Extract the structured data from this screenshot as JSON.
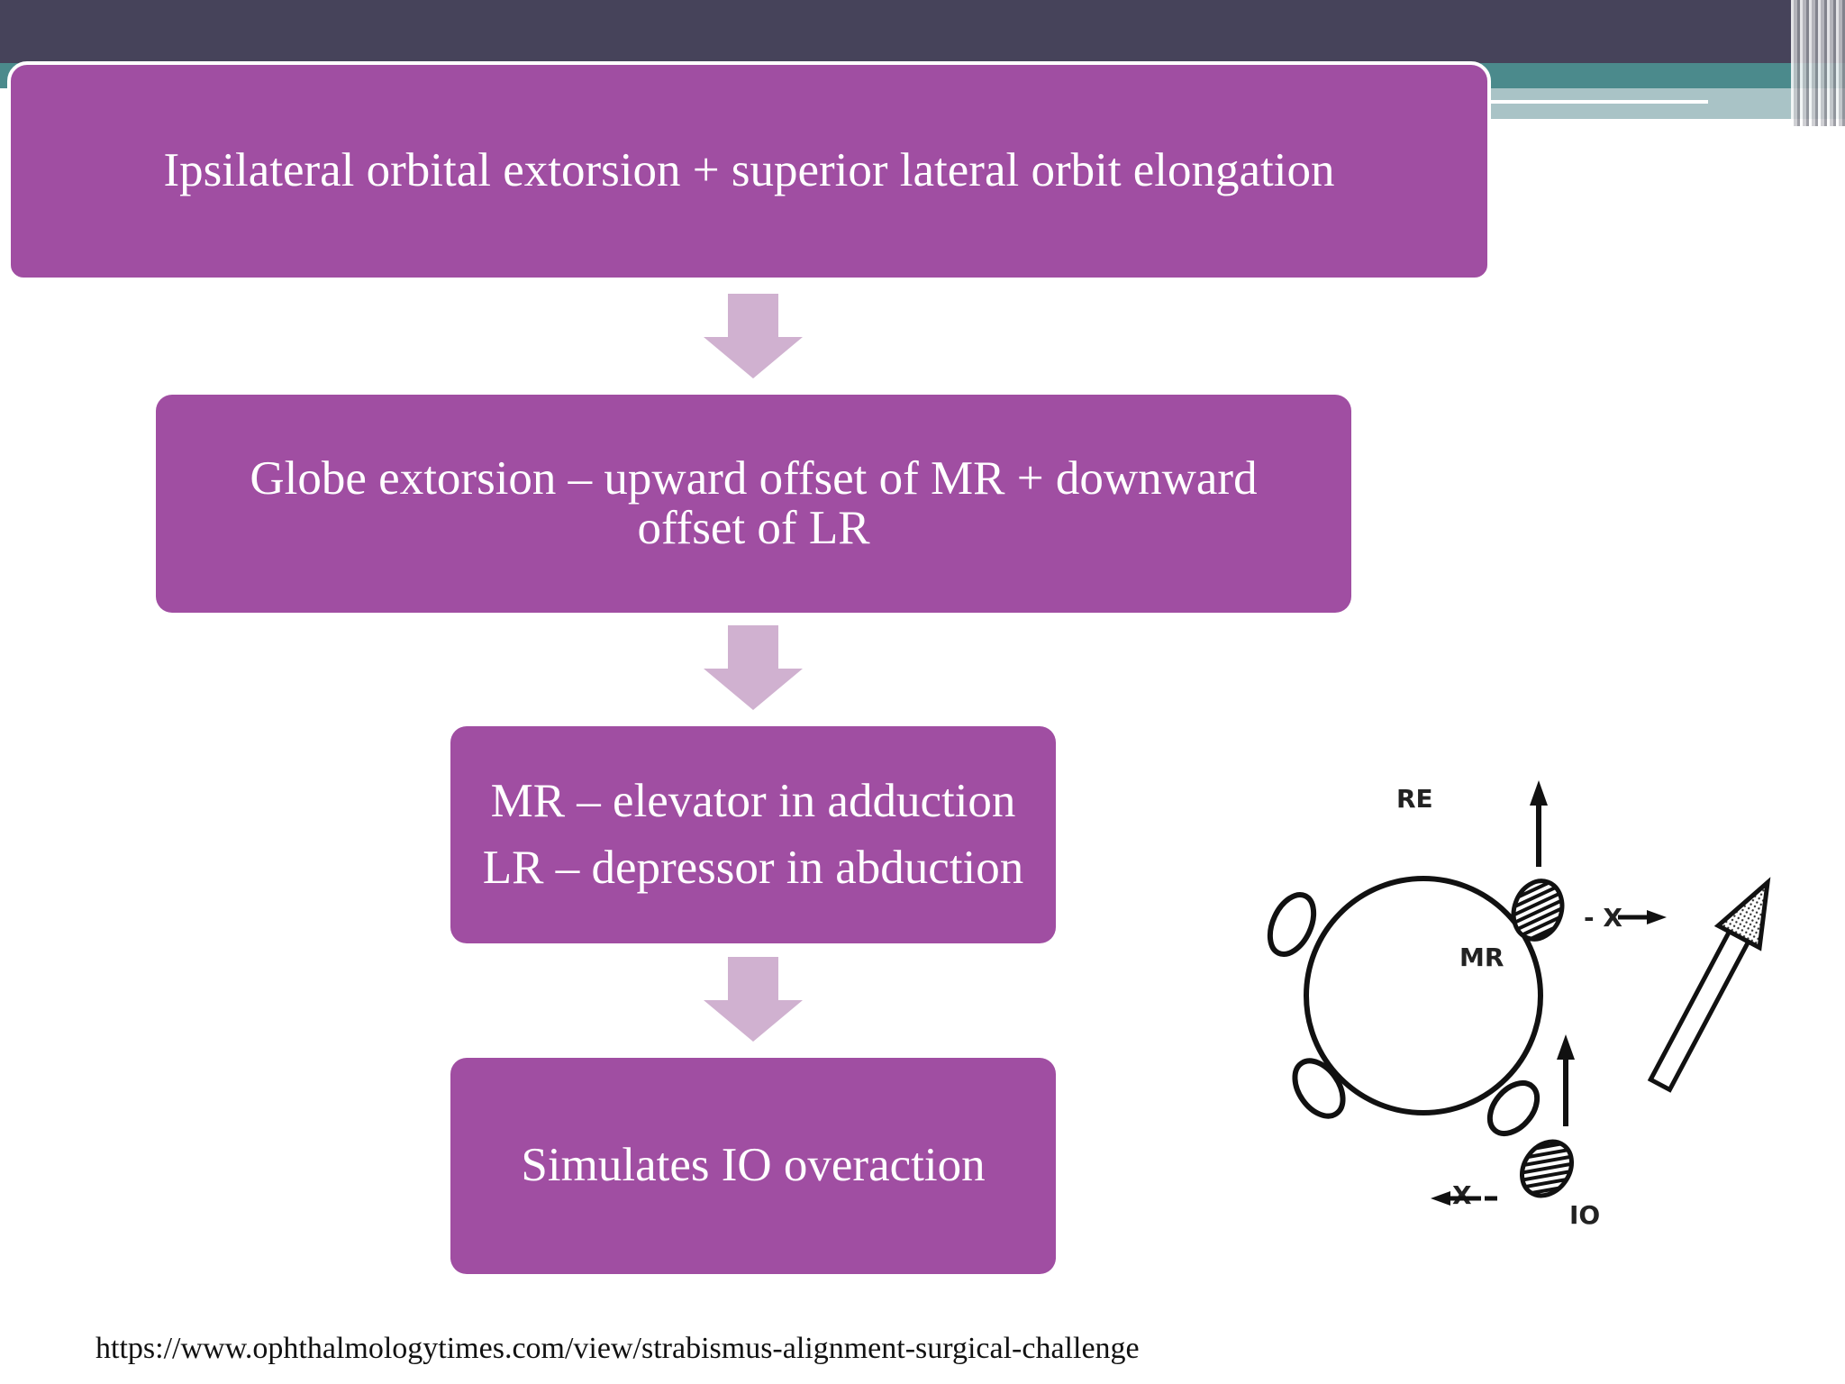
{
  "flowchart": {
    "step1": "Ipsilateral orbital extorsion + superior lateral orbit elongation",
    "step2": "Globe extorsion – upward offset of MR + downward offset of LR",
    "step3_line1": "MR – elevator in adduction",
    "step3_line2": "LR – depressor in abduction",
    "step4": "Simulates IO overaction"
  },
  "figure": {
    "label_re": "RE",
    "label_mr": "MR",
    "label_io": "IO",
    "label_x_right": "- X",
    "label_x_left": "X"
  },
  "source_url": "https://www.ophthalmologytimes.com/view/strabismus-alignment-surgical-challenge",
  "colors": {
    "box_fill": "#a04ea2",
    "arrow_fill": "#d0b1d0",
    "header_dark": "#46435a",
    "header_teal": "#4b8a8c"
  }
}
